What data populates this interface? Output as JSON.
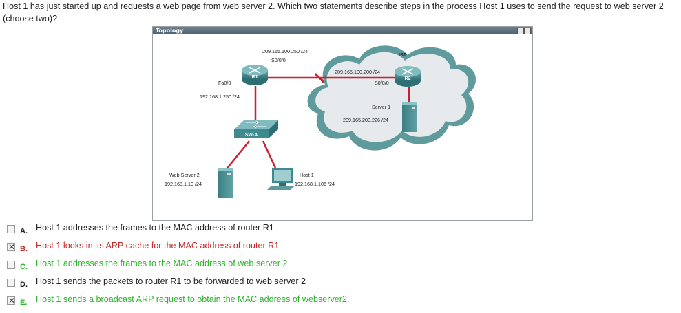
{
  "question": "Host 1 has just started up and requests a web page from web server 2. Which two statements describe steps in the process Host 1 uses to send the request to web server 2 (choose two)?",
  "topology": {
    "window_title": "Topology",
    "labels": {
      "r1": "R1",
      "r2": "R2",
      "isp": "ISP",
      "sw": "SW-A",
      "r1_s0_ip": "209.165.100.250 /24",
      "r1_s0_if": "S0/0/0",
      "r2_s0_ip": "209.165.100.200 /24",
      "r2_s0_if": "S0/0/0",
      "r1_fa_if": "Fa0/0",
      "r1_fa_ip": "192.168.1.250 /24",
      "server1_name": "Server 1",
      "server1_ip": "209.165.200.226 /24",
      "webserver2_name": "Web Server 2",
      "webserver2_ip": "192.168.1.10 /24",
      "host1_name": "Host 1",
      "host1_ip": "192.168.1.106 /24"
    },
    "colors": {
      "link_red": "#cc1f2f",
      "device_teal": "#3f8a8e",
      "cloud_fill": "#e6eaec",
      "cloud_edge": "#5f9a9c"
    }
  },
  "options": [
    {
      "letter": "A",
      "separator": ".",
      "text": "Host 1 addresses the frames to the MAC address of router R1",
      "checked": false,
      "color": "black"
    },
    {
      "letter": "B",
      "separator": ".",
      "text": "Host 1 looks in its ARP cache for the MAC address of router R1",
      "checked": true,
      "color": "red"
    },
    {
      "letter": "C",
      "separator": ".",
      "text": "Host 1 addresses the frames to the MAC address of web server 2",
      "checked": false,
      "color": "green"
    },
    {
      "letter": "D",
      "separator": ".",
      "text": "Host 1 sends the packets to router R1 to be forwarded to web server 2",
      "checked": false,
      "color": "black"
    },
    {
      "letter": "E",
      "separator": ".",
      "text": "Host 1 sends a broadcast ARP request to obtain the MAC address of webserver2.",
      "checked": true,
      "color": "green"
    }
  ]
}
